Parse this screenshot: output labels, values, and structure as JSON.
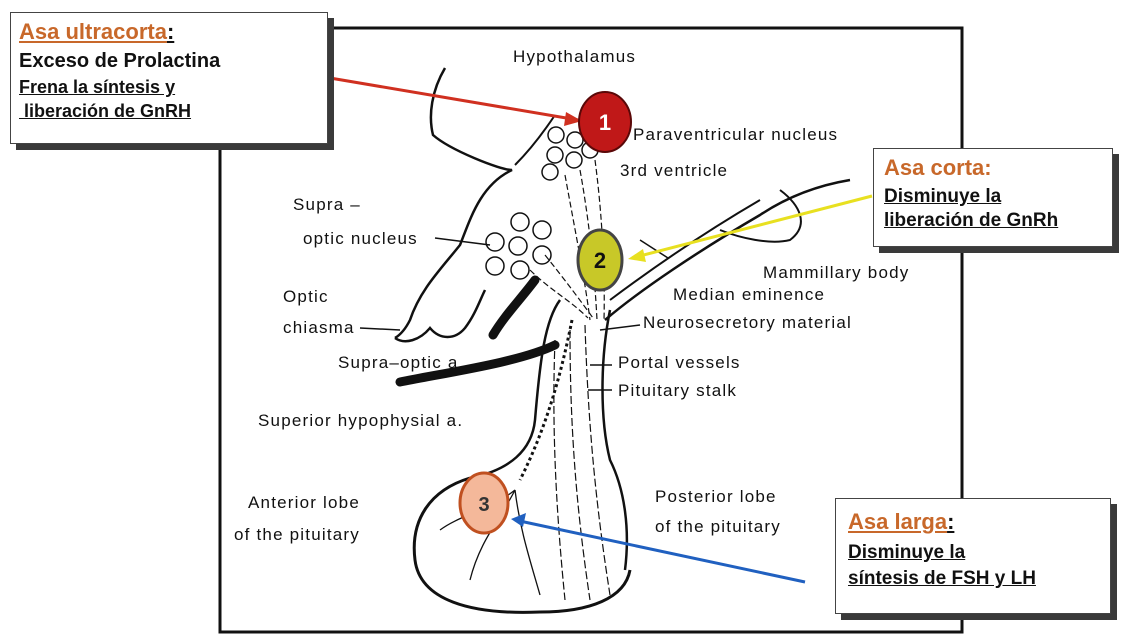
{
  "figure": {
    "labels": {
      "hypothalamus": "Hypothalamus",
      "paraventricular": "Paraventricular nucleus",
      "third_ventricle": "3rd ventricle",
      "supra1": "Supra –",
      "supra2": "optic nucleus",
      "mammillary": "Mammillary body",
      "median": "Median eminence",
      "optic": "Optic",
      "chiasma": "chiasma",
      "neurosecretory": "Neurosecretory material",
      "supraoptic_a": "Supra–optic a",
      "portal": "Portal vessels",
      "stalk": "Pituitary stalk",
      "superior": "Superior hypophysial a.",
      "anterior1": "Anterior lobe",
      "anterior2": "of the pituitary",
      "posterior1": "Posterior lobe",
      "posterior2": "of the pituitary"
    },
    "markers": [
      {
        "number": "1",
        "color": "#c01818"
      },
      {
        "number": "2",
        "color": "#c8c828"
      },
      {
        "number": "3",
        "color": "#f4b89a"
      }
    ]
  },
  "callouts": {
    "ultra": {
      "title": "Asa ultracorta",
      "colon": ":",
      "line1": "Exceso de Prolactina",
      "line2": "Frena la síntesis y",
      "line3": " liberación de GnRH",
      "arrow_color": "#d03020"
    },
    "corta": {
      "title": "Asa corta:",
      "line1": "Disminuye la",
      "line2": "liberación de GnRh",
      "arrow_color": "#e8e020"
    },
    "larga": {
      "title": "Asa larga",
      "colon": ":",
      "line1": "Disminuye la",
      "line2": "síntesis de FSH y LH",
      "arrow_color": "#2060c0"
    }
  }
}
